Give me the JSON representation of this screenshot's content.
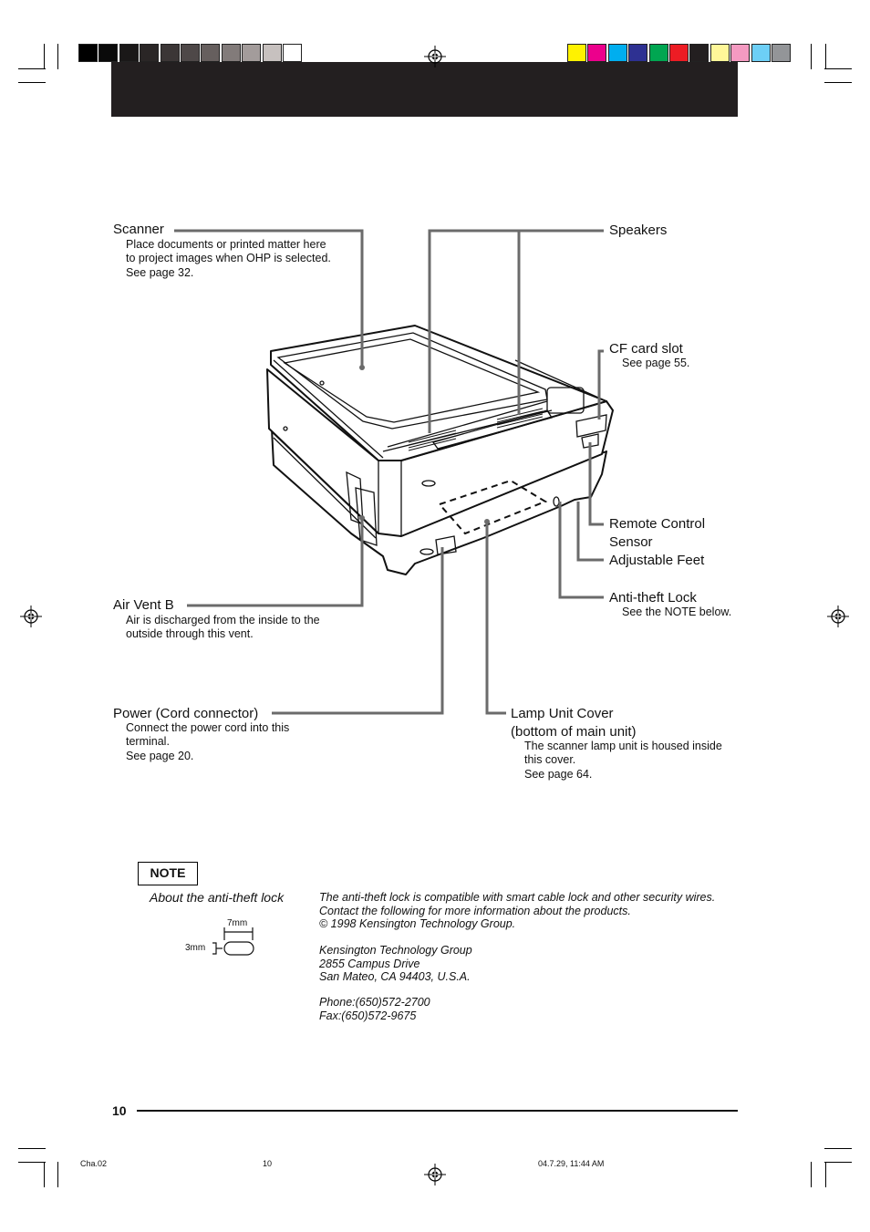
{
  "colors": {
    "gray_swatches": [
      "#000000",
      "#0a0a0a",
      "#1a1818",
      "#2a2626",
      "#3b3636",
      "#4e4848",
      "#665f5e",
      "#827b7a",
      "#a39c9b",
      "#c7c1bf",
      "#ffffff"
    ],
    "color_swatches": [
      "#fff200",
      "#ec008c",
      "#00aeef",
      "#2e3192",
      "#00a651",
      "#ed1c24",
      "#231f20",
      "#fff799",
      "#f49ac1",
      "#6dcff6",
      "#939598"
    ],
    "header_bar": "#231f20",
    "leader_line": "#6b6b6b"
  },
  "callouts": {
    "scanner": {
      "title": "Scanner",
      "lines": [
        "Place documents or printed matter here",
        "to project images when OHP is selected.",
        "See page 32."
      ]
    },
    "speakers": {
      "title": "Speakers"
    },
    "cf_card_slot": {
      "title": "CF card slot",
      "lines": [
        "See page 55."
      ]
    },
    "remote_control_sensor": {
      "line1": "Remote Control",
      "line2": "Sensor"
    },
    "adjustable_feet": {
      "title": "Adjustable Feet"
    },
    "anti_theft_lock": {
      "title": "Anti-theft Lock",
      "lines": [
        "See the NOTE below."
      ]
    },
    "air_vent_b": {
      "title": "Air Vent B",
      "lines": [
        "Air is discharged from the inside to the",
        "outside through this vent."
      ]
    },
    "power": {
      "title": "Power (Cord connector)",
      "lines": [
        "Connect the power cord into this",
        "terminal.",
        "See page 20."
      ]
    },
    "lamp_unit_cover": {
      "line1": "Lamp Unit Cover",
      "line2": "(bottom of main unit)",
      "lines": [
        "The scanner lamp unit is housed inside",
        "this cover.",
        "See page 64."
      ]
    }
  },
  "note": {
    "badge": "NOTE",
    "heading": "About the anti-theft lock",
    "dim_width": "7mm",
    "dim_height": "3mm",
    "body": [
      "The anti-theft lock is compatible with smart cable lock and other security wires.",
      "Contact the following for more information about the products.",
      "© 1998 Kensington Technology Group."
    ],
    "address": [
      "Kensington Technology Group",
      "2855 Campus Drive",
      "San Mateo, CA 94403, U.S.A."
    ],
    "contact": [
      "Phone:(650)572-2700",
      "Fax:(650)572-9675"
    ]
  },
  "footer": {
    "page_number": "10",
    "slug_left": "Cha.02",
    "slug_center": "10",
    "slug_right": "04.7.29, 11:44 AM"
  }
}
